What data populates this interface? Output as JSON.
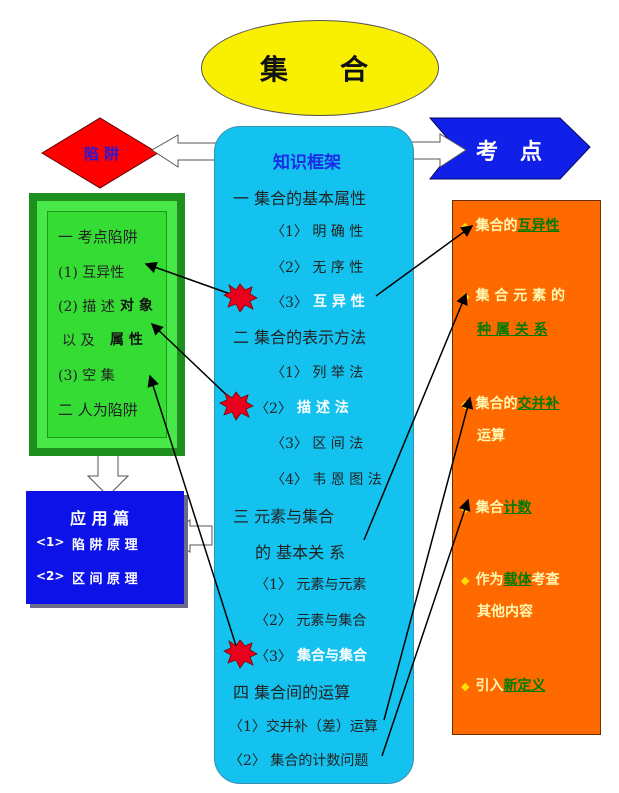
{
  "title": "集　合",
  "trap_label": "陷 阱",
  "exam_label": "考　点",
  "framework": {
    "title": "知识框架",
    "lines": [
      "一  集合的基本属性",
      "〈1〉 明 确 性",
      "〈2〉 无 序 性",
      "〈3〉",
      "互 异 性",
      "二  集合的表示方法",
      "〈1〉 列 举 法",
      "〈2〉",
      "描 述 法",
      "〈3〉 区 间 法",
      "〈4〉 韦 恩 图 法",
      "三  元素与集合",
      "的  基本关  系",
      "〈1〉 元素与元素",
      "〈2〉 元素与集合",
      "〈3〉",
      "集合与集合",
      "四  集合间的运算",
      "〈1〉交并补（差）运算",
      "〈2〉 集合的计数问题"
    ]
  },
  "traps": {
    "heading": "一  考点陷阱",
    "item1": "(1) 互异性",
    "item2_a": "(2) 描 述",
    "item2_b": "对 象",
    "item2_c": "以 及",
    "item2_d": "属 性",
    "item3": "(3) 空  集",
    "heading2": "二  人为陷阱"
  },
  "application": {
    "title": "应 用 篇",
    "item1_num": "<1>",
    "item1": "陷 阱 原 理",
    "item2_num": "<2>",
    "item2": "区 间 原 理"
  },
  "exam_points": {
    "p1_a": "集合的",
    "p1_b": "互异性",
    "p2_a": "集 合 元 素 的",
    "p2_b": "种 属 关 系",
    "p3_a": "集合的",
    "p3_b": "交并补",
    "p3_c": "运算",
    "p4_a": "集合",
    "p4_b": "计数",
    "p5_a": "作为",
    "p5_b": "载体",
    "p5_c": "考查",
    "p5_d": "其他内容",
    "p6_a": "引入",
    "p6_b": "新定义"
  },
  "colors": {
    "title_fill": "#f8f000",
    "framework_fill": "#14c2ef",
    "trap_box": "#34dc34",
    "exam_box": "#ff6a00",
    "app_box": "#0c12e8",
    "trap_diamond": "#ff0000",
    "exam_arrow": "#1020e8",
    "burst": "#e8001c"
  }
}
